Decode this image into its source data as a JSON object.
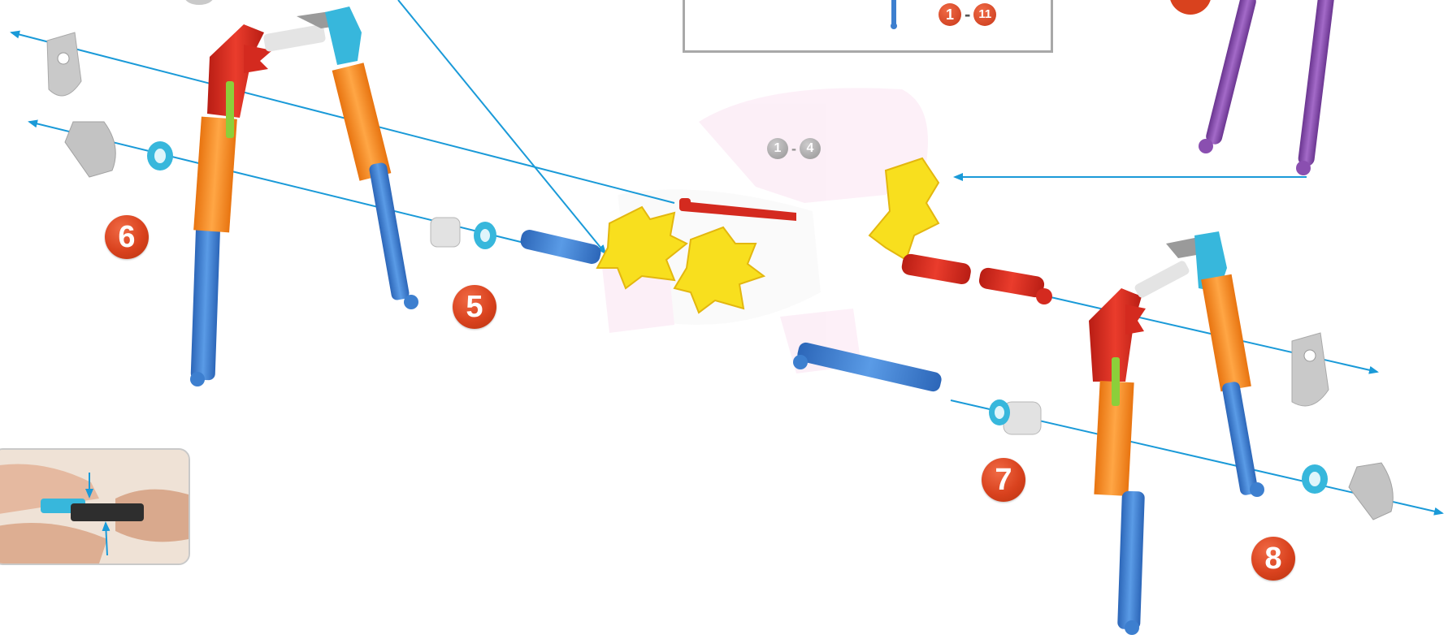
{
  "steps": [
    {
      "label": "6"
    },
    {
      "label": "5"
    },
    {
      "label": "7"
    },
    {
      "label": "8"
    }
  ],
  "legend": {
    "range_start": "1",
    "range_sep": "-",
    "range_end": "11"
  },
  "ghost_range": {
    "start": "1",
    "sep": "-",
    "end": "4"
  },
  "colors": {
    "arrow": "#1a9ad8",
    "red": "#d42a1f",
    "orange": "#f58a1f",
    "blue": "#3d7fcf",
    "cyan": "#37b7dc",
    "yellow": "#f8df1e",
    "grey": "#c8c8c8",
    "purple": "#8a4fb0",
    "green": "#8ccf3a"
  }
}
